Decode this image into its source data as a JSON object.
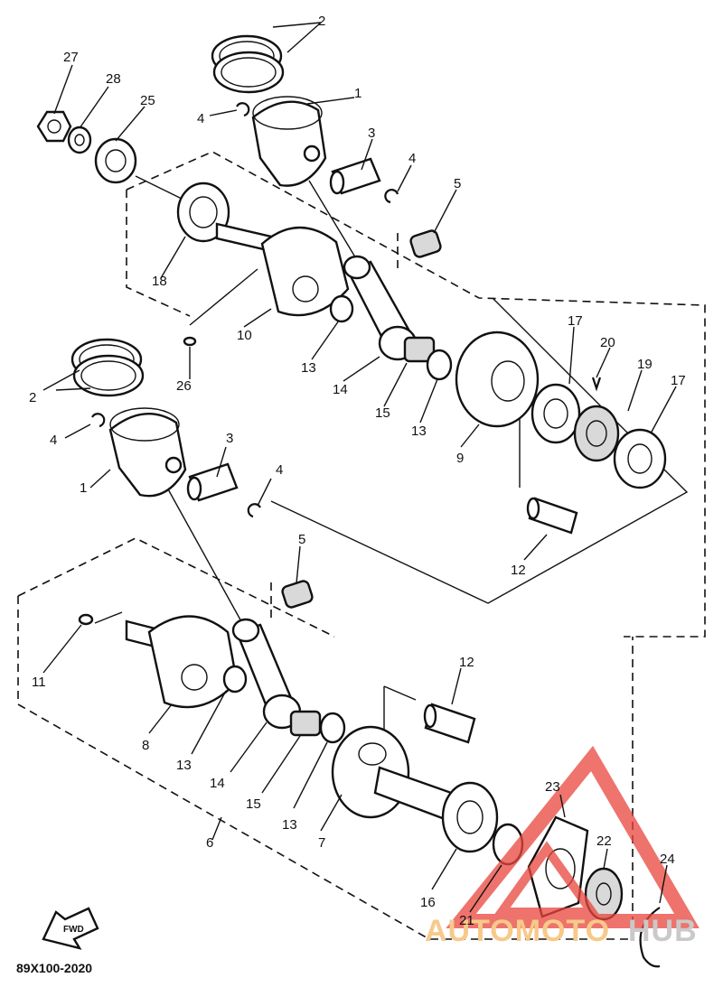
{
  "diagram_code": "89X100-2020",
  "fwd_label": "FWD",
  "watermark": {
    "word_a": "AUTOMOTO",
    "word_b": "HUB",
    "color_a": "#f7c98a",
    "color_b": "#c9c9c9",
    "logo_color": "#e8453c"
  },
  "callouts": [
    "1",
    "1",
    "2",
    "2",
    "3",
    "3",
    "4",
    "4",
    "4",
    "4",
    "5",
    "5",
    "6",
    "7",
    "8",
    "9",
    "10",
    "11",
    "12",
    "12",
    "13",
    "13",
    "13",
    "13",
    "14",
    "14",
    "15",
    "15",
    "16",
    "17",
    "17",
    "18",
    "19",
    "20",
    "21",
    "22",
    "23",
    "24",
    "25",
    "26",
    "27",
    "28"
  ]
}
